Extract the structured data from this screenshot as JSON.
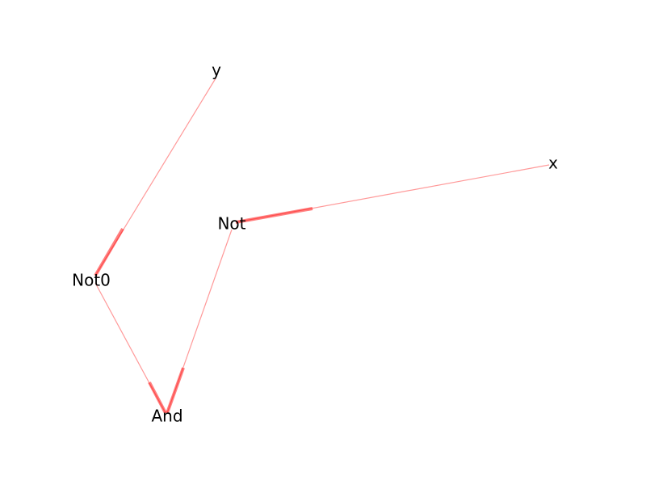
{
  "style": {
    "edge_color": "#ff0000",
    "edge_opacity": 0.4,
    "head_opacity": 0.5,
    "background": "#ffffff",
    "label_color": "#000000"
  },
  "nodes": [
    {
      "id": "y",
      "label": "y"
    },
    {
      "id": "x",
      "label": "x"
    },
    {
      "id": "Not",
      "label": "Not"
    },
    {
      "id": "Not0",
      "label": "Not0"
    },
    {
      "id": "And",
      "label": "And"
    }
  ],
  "edges": [
    {
      "from": "y",
      "to": "Not0"
    },
    {
      "from": "x",
      "to": "Not"
    },
    {
      "from": "Not0",
      "to": "And"
    },
    {
      "from": "Not",
      "to": "And"
    }
  ]
}
